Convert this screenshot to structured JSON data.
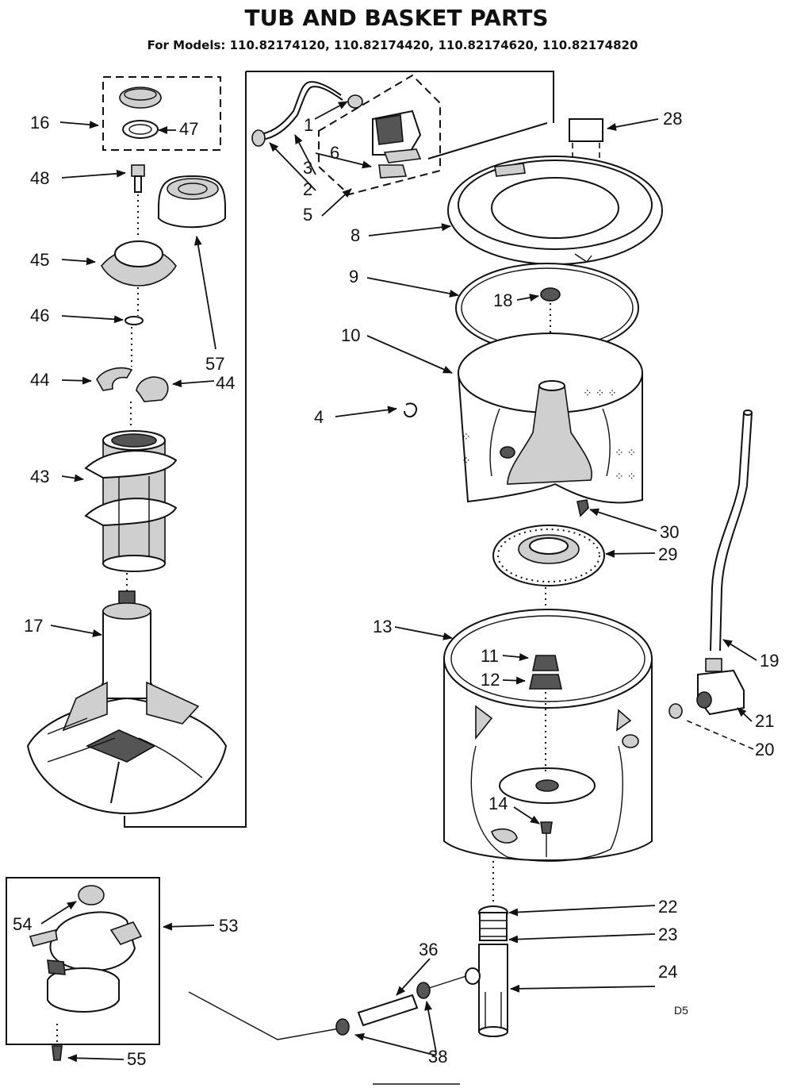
{
  "title": "TUB AND BASKET PARTS",
  "subtitle": "For Models: 110.82174120, 110.82174420, 110.82174620, 110.82174820",
  "corner_mark": "D5",
  "callouts": {
    "c1": "1",
    "c2": "2",
    "c3": "3",
    "c4": "4",
    "c5": "5",
    "c6": "6",
    "c8": "8",
    "c9": "9",
    "c10": "10",
    "c11": "11",
    "c12": "12",
    "c13": "13",
    "c14": "14",
    "c16": "16",
    "c17": "17",
    "c18": "18",
    "c19": "19",
    "c20": "20",
    "c21": "21",
    "c22": "22",
    "c23": "23",
    "c24": "24",
    "c28": "28",
    "c29": "29",
    "c30": "30",
    "c36": "36",
    "c38": "38",
    "c43": "43",
    "c44a": "44",
    "c44b": "44",
    "c45": "45",
    "c46": "46",
    "c47": "47",
    "c48": "48",
    "c53": "53",
    "c54": "54",
    "c55": "55",
    "c57": "57"
  }
}
